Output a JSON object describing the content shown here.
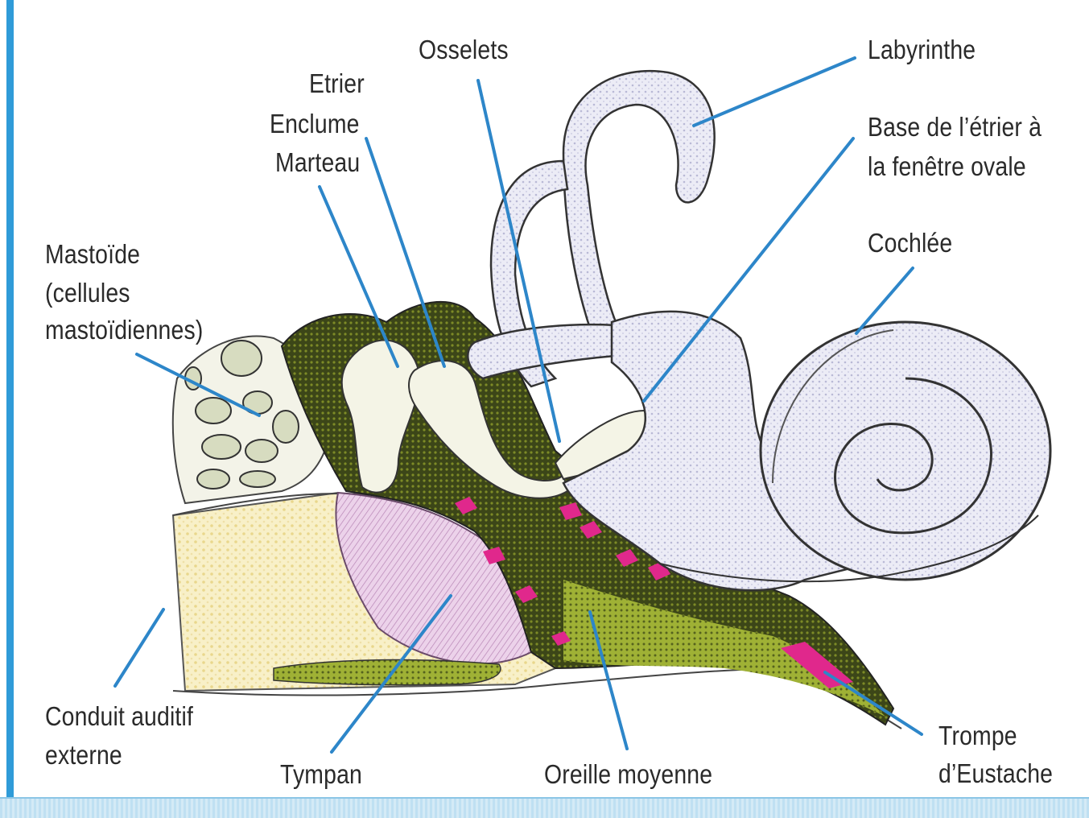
{
  "labels": {
    "osselets": "Osselets",
    "labyrinthe": "Labyrinthe",
    "etrier": "Etrier",
    "enclume": "Enclume",
    "marteau": "Marteau",
    "base_etrier_1": "Base de l’étrier à",
    "base_etrier_2": "la fenêtre ovale",
    "cochlee": "Cochlée",
    "mastoide_1": "Mastoïde",
    "mastoide_2": "(cellules",
    "mastoide_3": "mastoïdiennes)",
    "conduit_1": "Conduit auditif",
    "conduit_2": "externe",
    "tympan": "Tympan",
    "oreille_moyenne": "Oreille moyenne",
    "trompe_1": "Trompe",
    "trompe_2": "d’Eustache"
  },
  "colors": {
    "leader_line": "#2d86c9",
    "accent_border": "#2f9bd8",
    "inner_ear": "#e4e4f2",
    "middle_ear": "#3f4a1c",
    "middle_ear_light": "#a9b83c",
    "external_canal": "#f5ecc0",
    "tympan": "#d9b3d9",
    "highlight": "#e0288c"
  }
}
